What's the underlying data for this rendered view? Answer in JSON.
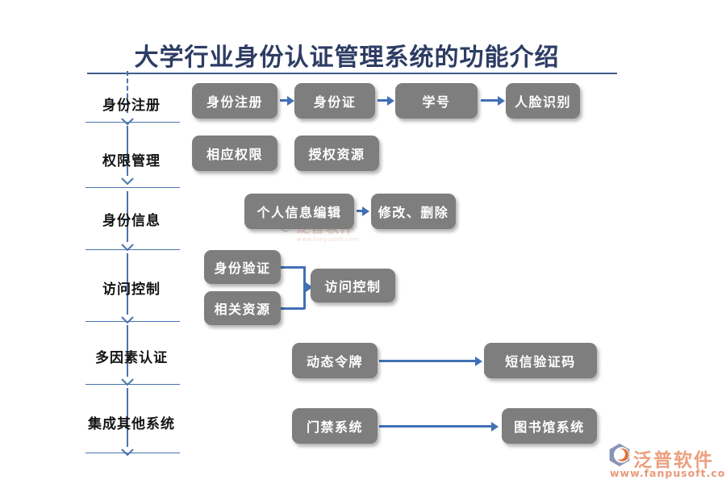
{
  "page": {
    "title": "大学行业身份认证管理系统的功能介绍"
  },
  "colors": {
    "title": "#2d3c63",
    "box_fill": "#7e7e7e",
    "box_text": "#ffffff",
    "connector_blue": "#4170b5",
    "rail_line": "#4a74ae",
    "logo_slate": "#8a94b6",
    "logo_orange": "#e0763a",
    "logo_text": "#ec9f7f"
  },
  "categories": [
    {
      "label": "身份注册"
    },
    {
      "label": "权限管理"
    },
    {
      "label": "身份信息"
    },
    {
      "label": "访问控制"
    },
    {
      "label": "多因素认证"
    },
    {
      "label": "集成其他系统"
    }
  ],
  "flows": [
    {
      "category": "身份注册",
      "pattern": "chain",
      "boxes": [
        "身份注册",
        "身份证",
        "学号",
        "人脸识别"
      ]
    },
    {
      "category": "权限管理",
      "pattern": "siblings",
      "boxes": [
        "相应权限",
        "授权资源"
      ]
    },
    {
      "category": "身份信息",
      "pattern": "chain",
      "boxes": [
        "个人信息编辑",
        "修改、删除"
      ]
    },
    {
      "category": "访问控制",
      "pattern": "merge",
      "boxes": [
        "身份验证",
        "相关资源",
        "访问控制"
      ]
    },
    {
      "category": "多因素认证",
      "pattern": "chain",
      "boxes": [
        "动态令牌",
        "短信验证码"
      ]
    },
    {
      "category": "集成其他系统",
      "pattern": "chain",
      "boxes": [
        "门禁系统",
        "图书馆系统"
      ]
    }
  ],
  "watermark": {
    "brand": "泛普软件",
    "url": "www.fanpusoft.com"
  },
  "footer": {
    "brand": "泛普软件",
    "url": "www.fanpusoft.com"
  }
}
